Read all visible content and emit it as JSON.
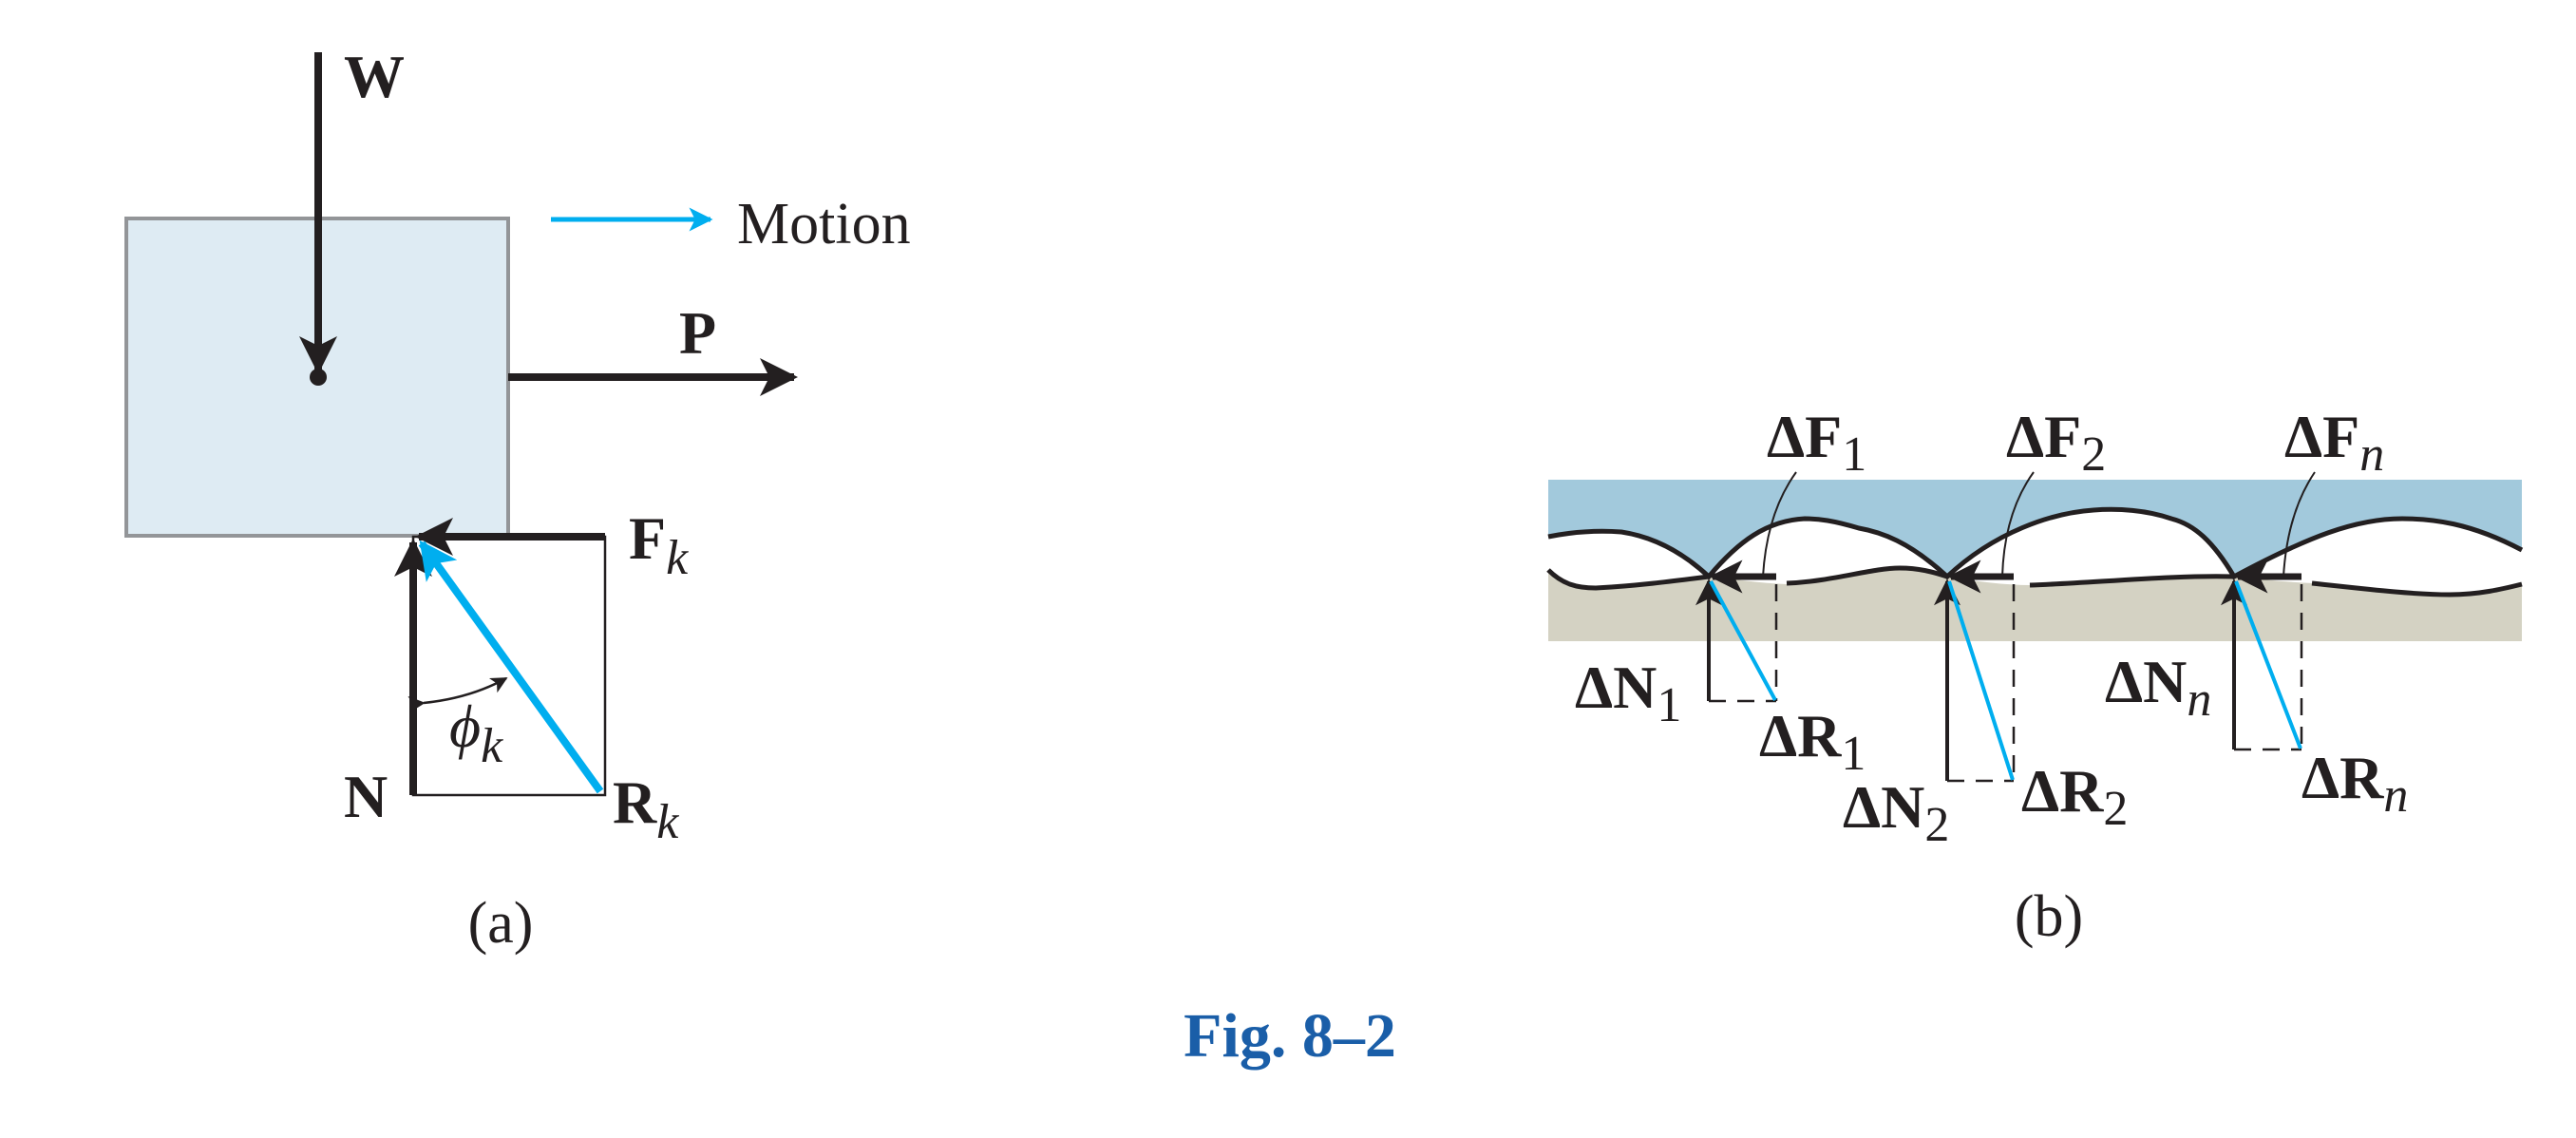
{
  "colors": {
    "block": "#deebf3",
    "upper_body": "#a2c9dc",
    "lower_body": "#d4d2c3",
    "resultant": "#00aeef",
    "force": "#231f20",
    "caption": "#1a5ea8"
  },
  "part_a": {
    "weight": "W",
    "motion": "Motion",
    "push": "P",
    "friction": {
      "main": "F",
      "sub": "k"
    },
    "normal": "N",
    "resultant": {
      "main": "R",
      "sub": "k"
    },
    "angle": {
      "main": "ϕ",
      "sub": "k"
    },
    "label": "(a)"
  },
  "part_b": {
    "contacts": [
      {
        "F": {
          "main": "ΔF",
          "sub": "1"
        },
        "N": {
          "main": "ΔN",
          "sub": "1"
        },
        "R": {
          "main": "ΔR",
          "sub": "1"
        }
      },
      {
        "F": {
          "main": "ΔF",
          "sub": "2"
        },
        "N": {
          "main": "ΔN",
          "sub": "2"
        },
        "R": {
          "main": "ΔR",
          "sub": "2"
        }
      },
      {
        "F": {
          "main": "ΔF",
          "sub": "n"
        },
        "N": {
          "main": "ΔN",
          "sub": "n"
        },
        "R": {
          "main": "ΔR",
          "sub": "n"
        }
      }
    ],
    "label": "(b)"
  },
  "caption": "Fig. 8–2"
}
